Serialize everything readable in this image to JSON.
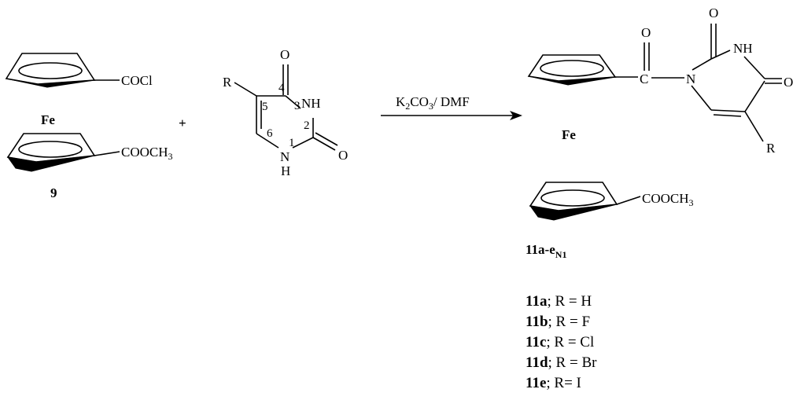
{
  "reactant_ferrocene": {
    "substituent_top": "COCl",
    "metal": "Fe",
    "substituent_bottom_main": "COOCH",
    "substituent_bottom_sub": "3",
    "compound_number": "9"
  },
  "plus_sign": "+",
  "uracil": {
    "r_group": "R",
    "oxygen_top": "O",
    "oxygen_right": "O",
    "nh_top": "NH",
    "n_bottom": "N",
    "h_bottom": "H",
    "numbers": [
      "4",
      "3",
      "5",
      "6",
      "2",
      "1"
    ]
  },
  "conditions": {
    "base_k": "K",
    "base_sub2": "2",
    "base_co": "CO",
    "base_sub3": "3",
    "solvent": "/ DMF"
  },
  "product": {
    "carbonyl_o": "O",
    "carbonyl_c": "C",
    "ring_n": "N",
    "ring_o_top": "O",
    "ring_nh": "NH",
    "ring_o_right": "O",
    "r_group": "R",
    "metal": "Fe",
    "substituent_bottom_main": "COOCH",
    "substituent_bottom_sub": "3",
    "compound_main": "11a-e",
    "compound_sub": "N1"
  },
  "derivatives": [
    {
      "code": "11a",
      "text": "; R = H"
    },
    {
      "code": "11b",
      "text": "; R = F"
    },
    {
      "code": "11c",
      "text": "; R = Cl"
    },
    {
      "code": "11d",
      "text": "; R = Br"
    },
    {
      "code": "11e",
      "text": "; R= I"
    }
  ]
}
